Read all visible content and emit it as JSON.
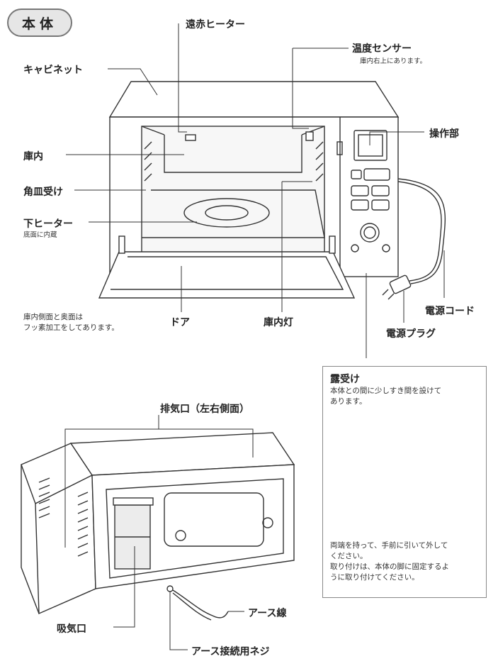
{
  "section_title": "本体",
  "labels": {
    "cabinet": "キャビネット",
    "far_infrared_heater": "遠赤ヒーター",
    "temp_sensor": "温度センサー",
    "temp_sensor_note": "庫内右上にあります。",
    "interior": "庫内",
    "control_panel": "操作部",
    "tray_holder": "角皿受け",
    "lower_heater": "下ヒーター",
    "lower_heater_note": "底面に内蔵",
    "door": "ドア",
    "interior_light": "庫内灯",
    "power_cord": "電源コード",
    "power_plug": "電源プラグ",
    "exhaust": "排気口（左右側面）",
    "intake": "吸気口",
    "earth_wire": "アース線",
    "earth_screw": "アース接続用ネジ"
  },
  "fluorine_note": [
    "庫内側面と奥面は",
    "フッ素加工をしてあります。"
  ],
  "drip_tray": {
    "title": "露受け",
    "desc": [
      "本体との間に少しすき間を設けて",
      "あります。"
    ],
    "instructions": [
      "両端を持って、手前に引いて外して",
      "ください。",
      "取り付けは、本体の脚に固定するよ",
      "うに取り付けてください。"
    ]
  }
}
